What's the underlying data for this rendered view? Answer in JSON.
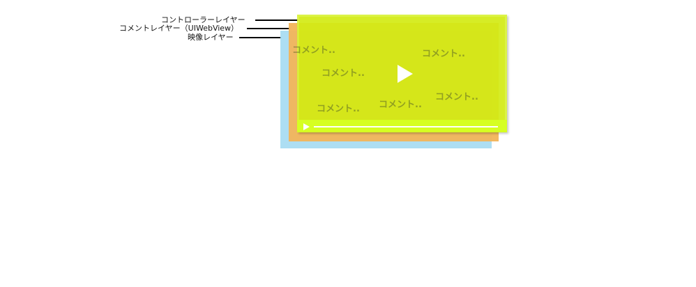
{
  "labels": {
    "controller_layer": "コントローラーレイヤー",
    "comment_layer": "コメントレイヤー（UIWebView）",
    "video_layer": "映像レイヤー"
  },
  "comments": [
    "コメント..",
    "コメント..",
    "コメント..",
    "コメント..",
    "コメント..",
    "コメント.."
  ],
  "icons": {
    "big_play": "play-icon",
    "small_play": "play-icon",
    "seek_bar": "seek-bar"
  },
  "colors": {
    "video_layer": "#a9dcf2",
    "comment_layer": "#f2b45a",
    "controller_layer": "#d3eb14",
    "control_bar": "#d6ff22",
    "leader_lines": "#000000"
  }
}
